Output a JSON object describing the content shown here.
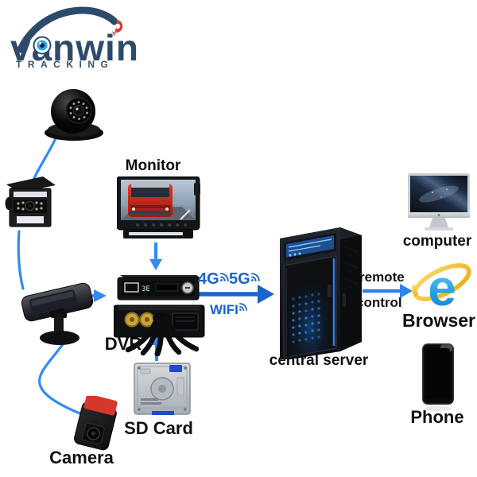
{
  "logo": {
    "brand": "vanwin",
    "tagline": "TRACKING"
  },
  "labels": {
    "monitor": "Monitor",
    "dvr": "DVR",
    "sd_card": "SD Card",
    "camera": "Camera",
    "server": "central server",
    "computer": "computer",
    "browser": "Browser",
    "phone": "Phone"
  },
  "connections": {
    "wireless": {
      "tag_4g": "4G",
      "tag_5g": "5G",
      "below": "WIFI"
    },
    "remote_control": {
      "line1": "remote",
      "line2": "control"
    }
  },
  "devices": {
    "dvr_display": "3E"
  },
  "colors": {
    "arrow_blue": "#338af0",
    "wireless_blue": "#1b64cb",
    "label_black": "#101010",
    "logo_navy": "#2e4a6b",
    "logo_red": "#d93a32",
    "eye_blue": "#2aa9e0",
    "ie_blue": "#2aa3e8",
    "ie_gold": "#f2bc2a",
    "truck_red": "#c6281c"
  }
}
